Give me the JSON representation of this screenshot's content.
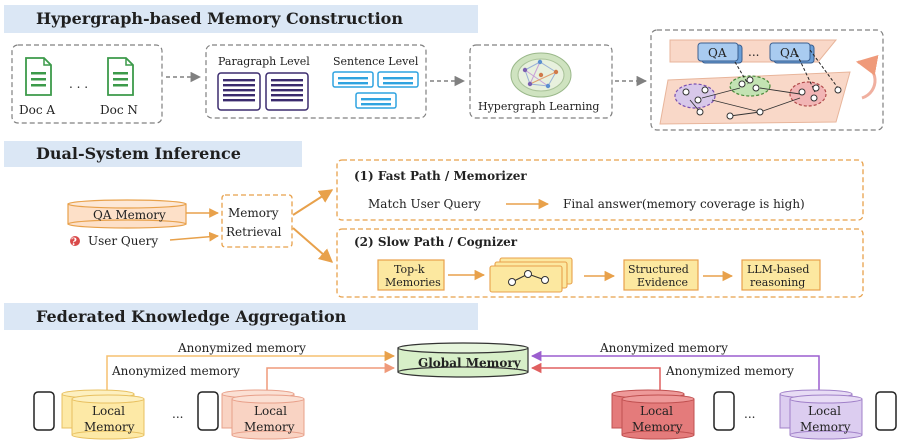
{
  "sections": {
    "construction": "Hypergraph-based Memory Construction",
    "inference": "Dual-System Inference",
    "federated": "Federated Knowledge Aggregation"
  },
  "construction": {
    "doc_a": "Doc A",
    "doc_n": "Doc N",
    "dots": ". . .",
    "paragraph_level": "Paragraph Level",
    "sentence_level": "Sentence Level",
    "hypergraph_learning": "Hypergraph Learning",
    "qa_left": "QA",
    "qa_dots": "...",
    "qa_right": "QA"
  },
  "inference": {
    "qa_memory": "QA  Memory",
    "user_query": "User Query",
    "memory_retrieval_1": "Memory",
    "memory_retrieval_2": "Retrieval",
    "fast_title": "(1) Fast  Path / Memorizer",
    "match_query": "Match User Query",
    "final_answer": "Final answer(memory coverage is high)",
    "slow_title": "(2) Slow Path / Cognizer",
    "topk_1": "Top-k",
    "topk_2": "Memories",
    "structured_1": "Structured",
    "structured_2": "Evidence",
    "llm_1": "LLM-based",
    "llm_2": "reasoning"
  },
  "federated": {
    "anon_1": "Anonymized memory",
    "anon_2": "Anonymized memory",
    "anon_3": "Anonymized memory",
    "anon_4": "Anonymized memory",
    "global_memory": "Global Memory",
    "local_1": "Local",
    "local_1b": "Memory",
    "local_2": "Local",
    "local_2b": "Memory",
    "local_3": "Local",
    "local_3b": "Memory",
    "local_4": "Local",
    "local_4b": "Memory",
    "dots_left": "...",
    "dots_right": "..."
  },
  "colors": {
    "section_bar": "#dbe7f5",
    "orange": "#e8a14b",
    "yellow_cyl": "#fde9a6",
    "salmon_cyl": "#f9d3c3",
    "red_cyl": "#e47b7b",
    "purple_cyl": "#dccdf0",
    "purple_arrow": "#9c5fcf",
    "red_arrow": "#e06060",
    "green_global": "#d7efc8",
    "doc_green": "#3c9a4a",
    "doc_purple": "#3b2b6e",
    "doc_blue": "#2fa3e0"
  }
}
